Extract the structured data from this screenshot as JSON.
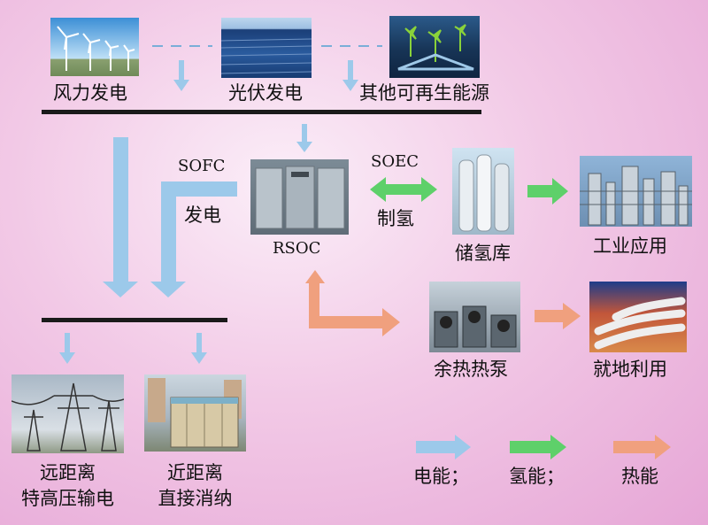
{
  "sources": {
    "wind": "风力发电",
    "solar": "光伏发电",
    "other": "其他可再生能源"
  },
  "sofc": {
    "line1": "SOFC",
    "line2": "发电"
  },
  "soec": {
    "line1": "SOEC",
    "line2": "制氢"
  },
  "rsoc": "RSOC",
  "storage": "储氢库",
  "industry": "工业应用",
  "heat_pump": "余热热泵",
  "local_use": "就地利用",
  "far": {
    "line1": "远距离",
    "line2": "特高压输电"
  },
  "near": {
    "line1": "近距离",
    "line2": "直接消纳"
  },
  "legend": {
    "electric": "电能；",
    "hydrogen": "氢能；",
    "heat": "热能"
  },
  "colors": {
    "electric": "#9cc9ea",
    "hydrogen": "#5ed06a",
    "heat": "#f0a07e"
  }
}
